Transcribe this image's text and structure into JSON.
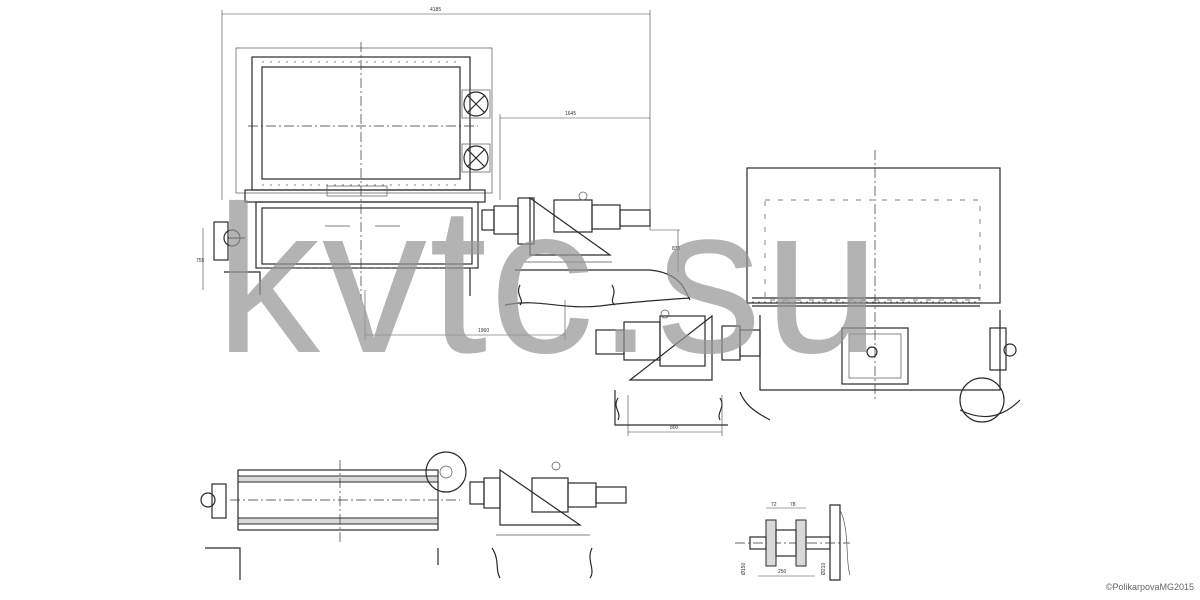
{
  "dimensions": {
    "overall_top": "4185",
    "upper_mid": "1645",
    "left_height": "755",
    "right_drop": "835",
    "lower_span": "1960",
    "right_lower": "800",
    "detail_a": "72",
    "detail_b": "78",
    "detail_c": "250",
    "detail_h1": "Ø150",
    "detail_h2": "Ø210"
  },
  "watermark": "kvtc.su",
  "copyright": "©PolikarpovaMG2015",
  "colors": {
    "line": "#2a2a2a",
    "watermark": "#969696"
  }
}
